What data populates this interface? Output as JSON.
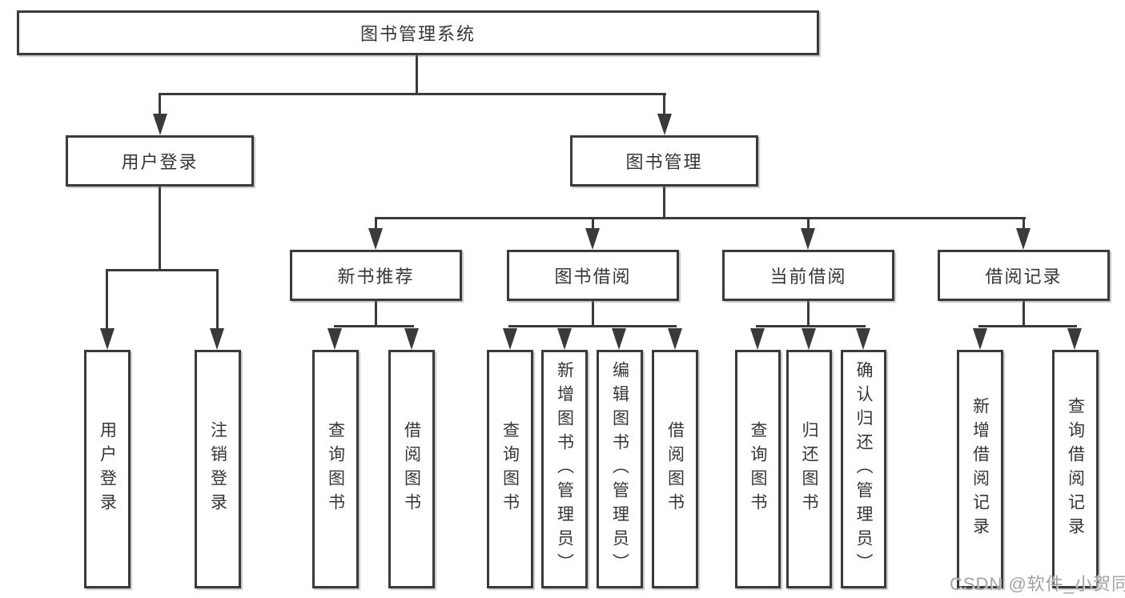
{
  "tree": {
    "root": {
      "label": "图书管理系统",
      "children": [
        {
          "label": "用户登录",
          "children": [
            {
              "label": "用户登录"
            },
            {
              "label": "注销登录"
            }
          ]
        },
        {
          "label": "图书管理",
          "children": [
            {
              "label": "新书推荐",
              "children": [
                {
                  "label": "查询图书"
                },
                {
                  "label": "借阅图书"
                }
              ]
            },
            {
              "label": "图书借阅",
              "children": [
                {
                  "label": "查询图书"
                },
                {
                  "label": "新增图书（管理员）"
                },
                {
                  "label": "编辑图书（管理员）"
                },
                {
                  "label": "借阅图书"
                }
              ]
            },
            {
              "label": "当前借阅",
              "children": [
                {
                  "label": "查询图书"
                },
                {
                  "label": "归还图书"
                },
                {
                  "label": "确认归还（管理员）"
                }
              ]
            },
            {
              "label": "借阅记录",
              "children": [
                {
                  "label": "新增借阅记录"
                },
                {
                  "label": "查询借阅记录"
                }
              ]
            }
          ]
        }
      ]
    }
  },
  "watermark": {
    "text": "CSDN @软件_小贺同学"
  },
  "colors": {
    "line": "#3a3a3a",
    "text": "#363636",
    "background": "#ffffff",
    "watermark": "#a3a3a3"
  }
}
